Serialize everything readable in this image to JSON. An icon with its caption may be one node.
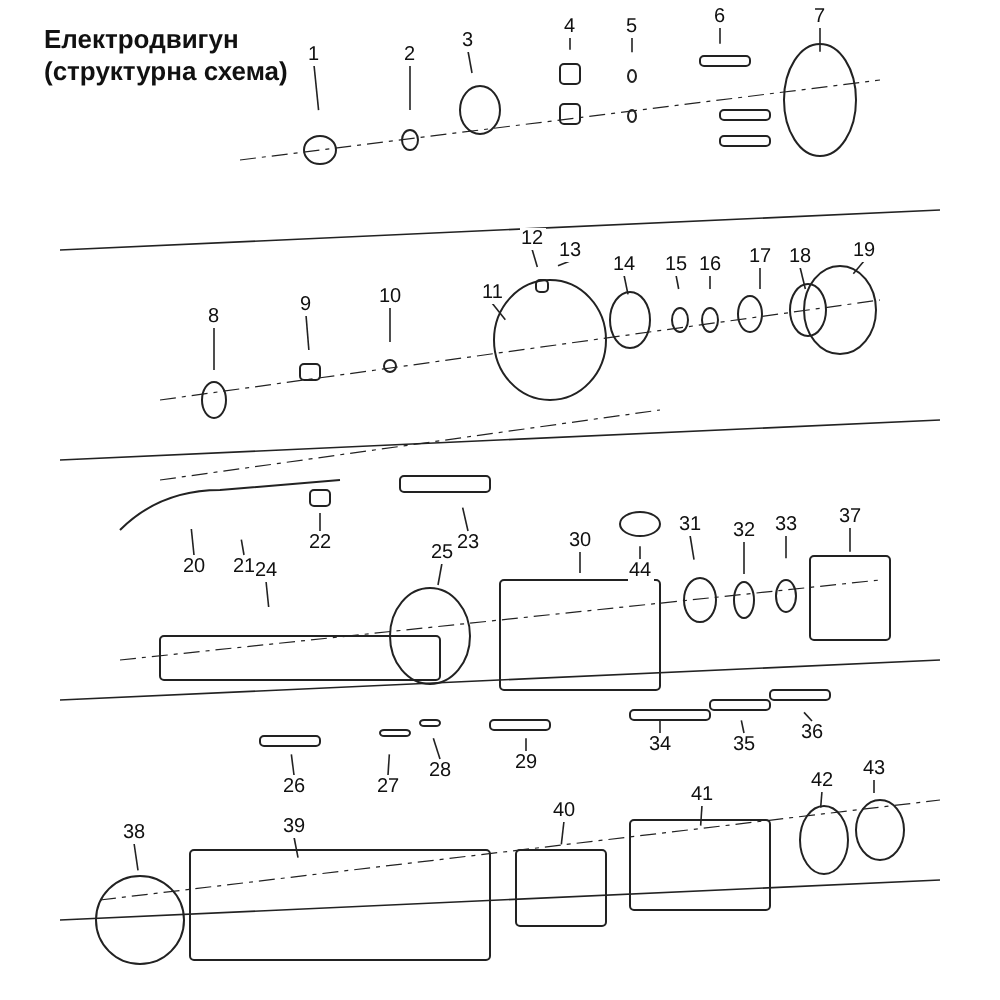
{
  "diagram": {
    "title": "Електродвигун (структурна схема)",
    "nodes": [
      {
        "text": [
          "1"
        ]
      },
      {
        "text": [
          "2"
        ]
      },
      {
        "text": [
          "3"
        ]
      },
      {
        "text": [
          "4"
        ]
      },
      {
        "text": [
          "5"
        ]
      },
      {
        "text": [
          "6"
        ]
      },
      {
        "text": [
          "7"
        ]
      },
      {
        "text": [
          "8"
        ]
      },
      {
        "text": [
          "9"
        ]
      },
      {
        "text": [
          "10"
        ]
      },
      {
        "text": [
          "11"
        ]
      },
      {
        "text": [
          "12"
        ]
      },
      {
        "text": [
          "13"
        ]
      },
      {
        "text": [
          "14"
        ]
      },
      {
        "text": [
          "15"
        ]
      },
      {
        "text": [
          "16"
        ]
      },
      {
        "text": [
          "17"
        ]
      },
      {
        "text": [
          "18"
        ]
      },
      {
        "text": [
          "19"
        ]
      },
      {
        "text": [
          "20"
        ]
      },
      {
        "text": [
          "21"
        ]
      },
      {
        "text": [
          "22"
        ]
      },
      {
        "text": [
          "23"
        ]
      },
      {
        "text": [
          "24"
        ]
      },
      {
        "text": [
          "25"
        ]
      },
      {
        "text": [
          "26"
        ]
      },
      {
        "text": [
          "27"
        ]
      },
      {
        "text": [
          "28"
        ]
      },
      {
        "text": [
          "29"
        ]
      },
      {
        "text": [
          "30"
        ]
      },
      {
        "text": [
          "31"
        ]
      },
      {
        "text": [
          "32"
        ]
      },
      {
        "text": [
          "33"
        ]
      },
      {
        "text": [
          "34"
        ]
      },
      {
        "text": [
          "35"
        ]
      },
      {
        "text": [
          "36"
        ]
      },
      {
        "text": [
          "37"
        ]
      },
      {
        "text": [
          "38"
        ]
      },
      {
        "text": [
          "39"
        ]
      },
      {
        "text": [
          "40"
        ]
      },
      {
        "text": [
          "41"
        ]
      },
      {
        "text": [
          "42"
        ]
      },
      {
        "text": [
          "43"
        ]
      },
      {
        "text": [
          "44"
        ]
      }
    ],
    "edges": [
      {
        "from": 0,
        "to": null,
        "arrow": "none"
      },
      {
        "from": 1,
        "to": null,
        "arrow": "none"
      },
      {
        "from": 2,
        "to": null,
        "arrow": "none"
      },
      {
        "from": 3,
        "to": null,
        "arrow": "none"
      },
      {
        "from": 4,
        "to": null,
        "arrow": "none"
      },
      {
        "from": 5,
        "to": null,
        "arrow": "none"
      },
      {
        "from": 6,
        "to": null,
        "arrow": "none"
      },
      {
        "from": 7,
        "to": null,
        "arrow": "none"
      },
      {
        "from": 8,
        "to": null,
        "arrow": "none"
      },
      {
        "from": 9,
        "to": null,
        "arrow": "none"
      },
      {
        "from": 10,
        "to": null,
        "arrow": "none"
      },
      {
        "from": 11,
        "to": null,
        "arrow": "none"
      },
      {
        "from": 12,
        "to": null,
        "arrow": "none"
      },
      {
        "from": 13,
        "to": null,
        "arrow": "none"
      },
      {
        "from": 14,
        "to": null,
        "arrow": "none"
      },
      {
        "from": 15,
        "to": null,
        "arrow": "none"
      },
      {
        "from": 16,
        "to": null,
        "arrow": "none"
      },
      {
        "from": 17,
        "to": null,
        "arrow": "none"
      },
      {
        "from": 18,
        "to": null,
        "arrow": "none"
      },
      {
        "from": 19,
        "to": null,
        "arrow": "none"
      },
      {
        "from": 20,
        "to": null,
        "arrow": "none"
      },
      {
        "from": 21,
        "to": null,
        "arrow": "none"
      },
      {
        "from": 22,
        "to": null,
        "arrow": "none"
      },
      {
        "from": 23,
        "to": null,
        "arrow": "none"
      },
      {
        "from": 24,
        "to": null,
        "arrow": "none"
      },
      {
        "from": 25,
        "to": null,
        "arrow": "none"
      },
      {
        "from": 26,
        "to": null,
        "arrow": "none"
      },
      {
        "from": 27,
        "to": null,
        "arrow": "none"
      },
      {
        "from": 28,
        "to": null,
        "arrow": "none"
      },
      {
        "from": 29,
        "to": null,
        "arrow": "none"
      },
      {
        "from": 30,
        "to": null,
        "arrow": "none"
      },
      {
        "from": 31,
        "to": null,
        "arrow": "none"
      },
      {
        "from": 32,
        "to": null,
        "arrow": "none"
      },
      {
        "from": 33,
        "to": null,
        "arrow": "none"
      },
      {
        "from": 34,
        "to": null,
        "arrow": "none"
      },
      {
        "from": 35,
        "to": null,
        "arrow": "none"
      },
      {
        "from": 36,
        "to": null,
        "arrow": "none"
      },
      {
        "from": 37,
        "to": null,
        "arrow": "none"
      },
      {
        "from": 38,
        "to": null,
        "arrow": "none"
      },
      {
        "from": 39,
        "to": null,
        "arrow": "none"
      },
      {
        "from": 40,
        "to": null,
        "arrow": "none"
      },
      {
        "from": 41,
        "to": null,
        "arrow": "none"
      },
      {
        "from": 42,
        "to": null,
        "arrow": "none"
      },
      {
        "from": 43,
        "to": null,
        "arrow": "none"
      }
    ]
  }
}
